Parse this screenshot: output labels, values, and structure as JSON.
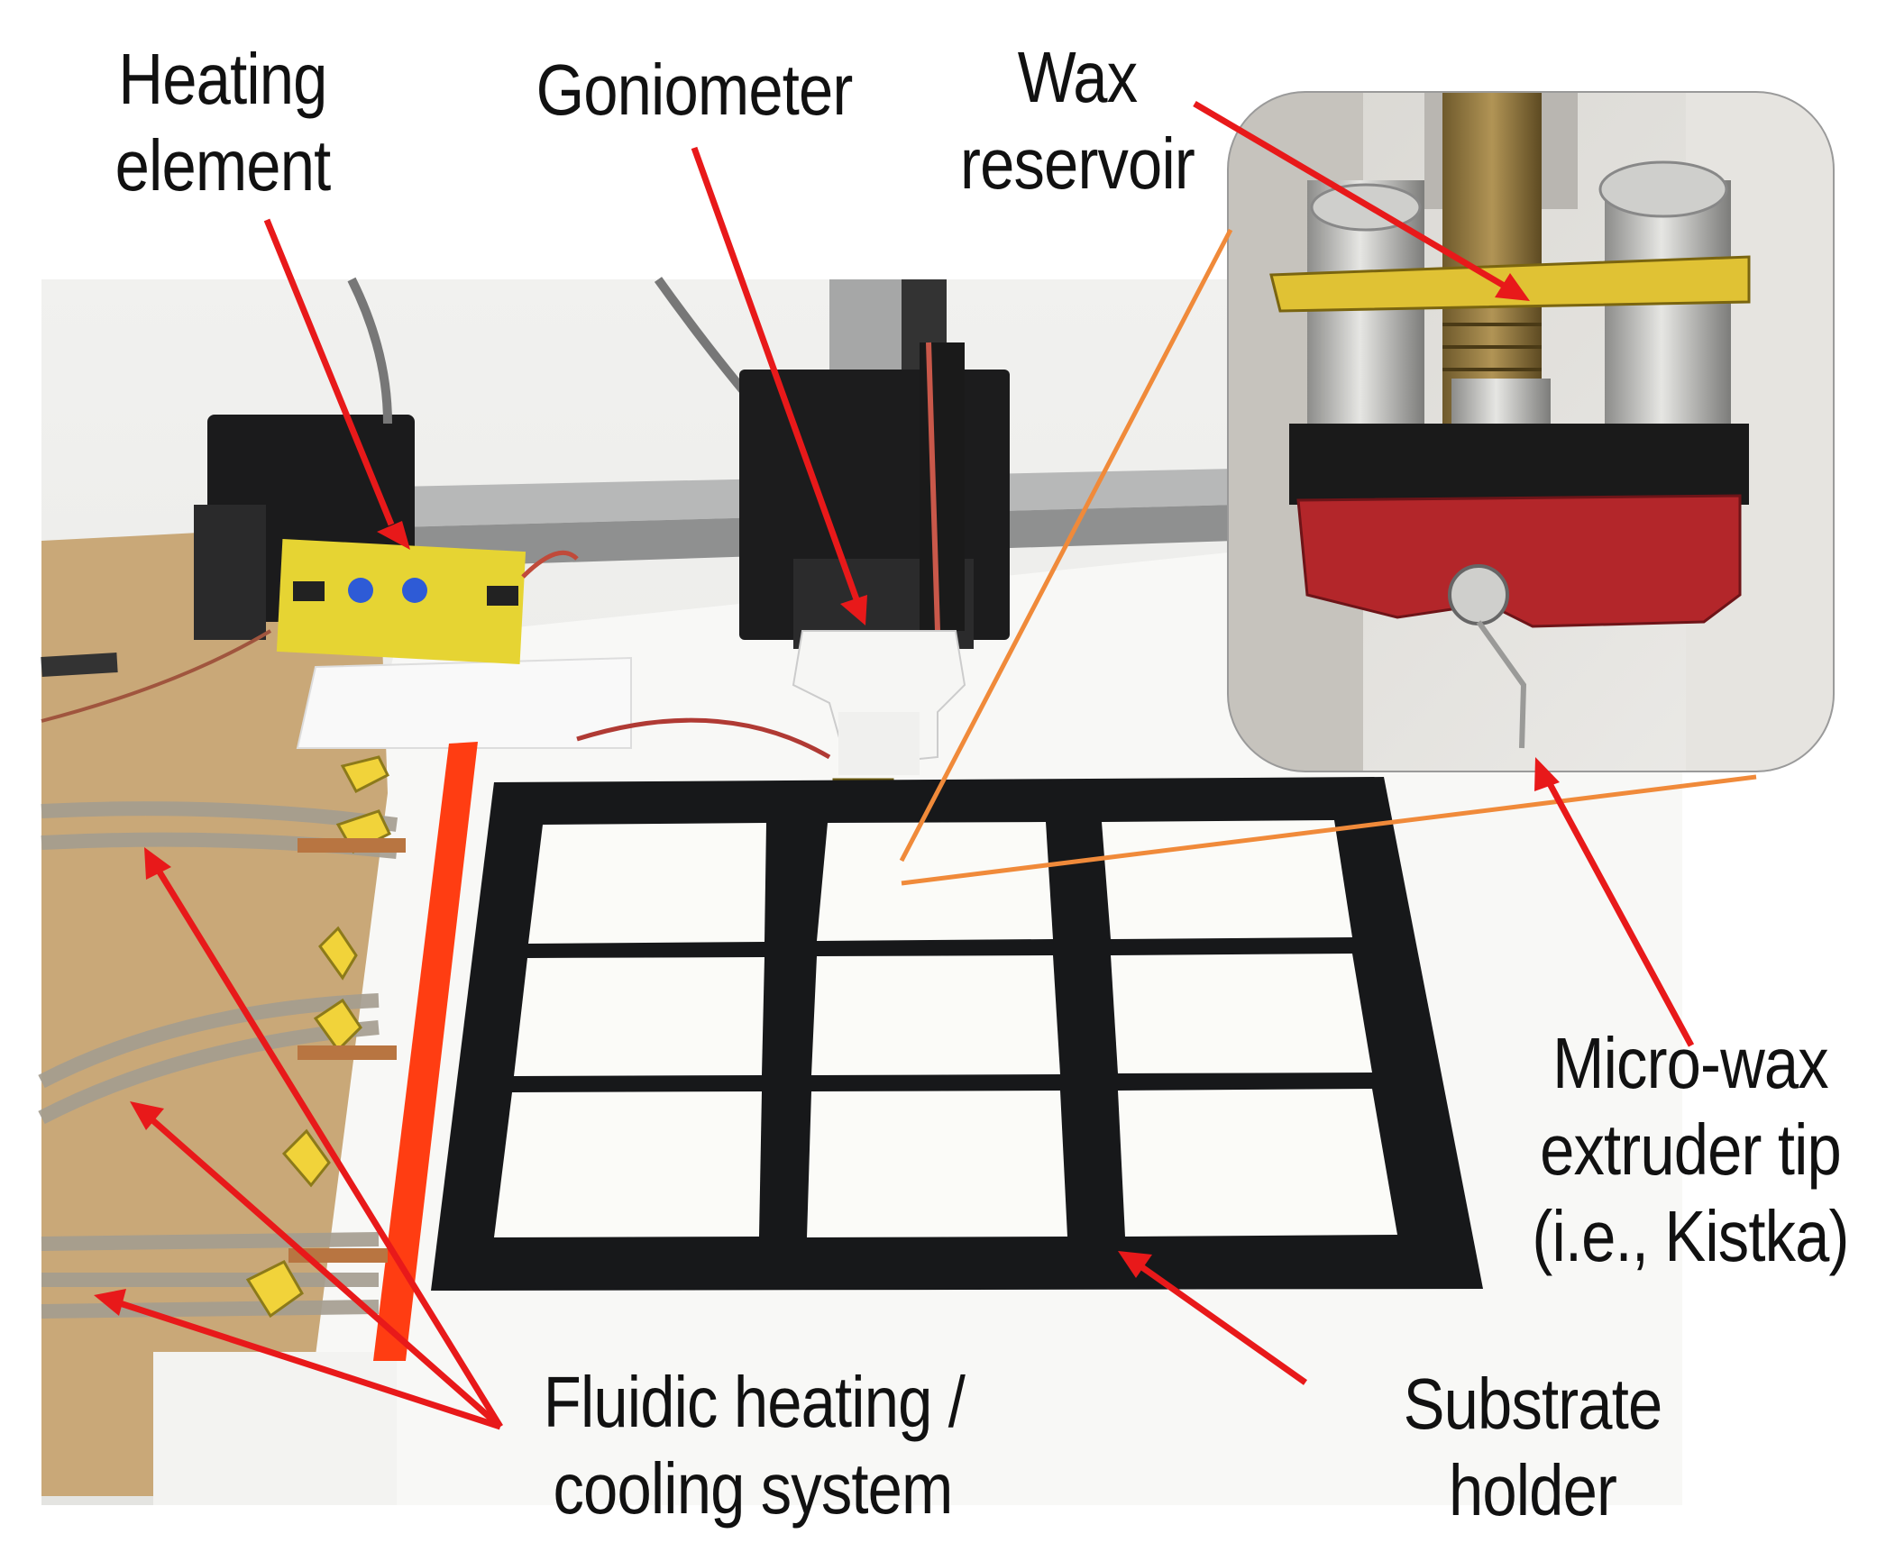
{
  "colors": {
    "arrow": "#e8191a",
    "inset_connector": "#f08a3a",
    "table_board": "#c9a878",
    "frame": "#17181a",
    "slot": "#fbfbf8",
    "red_bar": "#ff3d12",
    "pcb": "#e6d433",
    "nozzle_red": "#b3262a",
    "background_wall": "#f3f3f1"
  },
  "labels": {
    "heating_element": {
      "line1": "Heating",
      "line2": "element"
    },
    "goniometer": {
      "line1": "Goniometer"
    },
    "wax_reservoir": {
      "line1": "Wax",
      "line2": "reservoir"
    },
    "micro_wax": {
      "line1": "Micro-wax",
      "line2": "extruder tip",
      "line3": "(i.e., Kistka)"
    },
    "substrate_holder": {
      "line1": "Substrate",
      "line2": "holder"
    },
    "fluidic": {
      "line1": "Fluidic heating /",
      "line2": "cooling system"
    }
  }
}
